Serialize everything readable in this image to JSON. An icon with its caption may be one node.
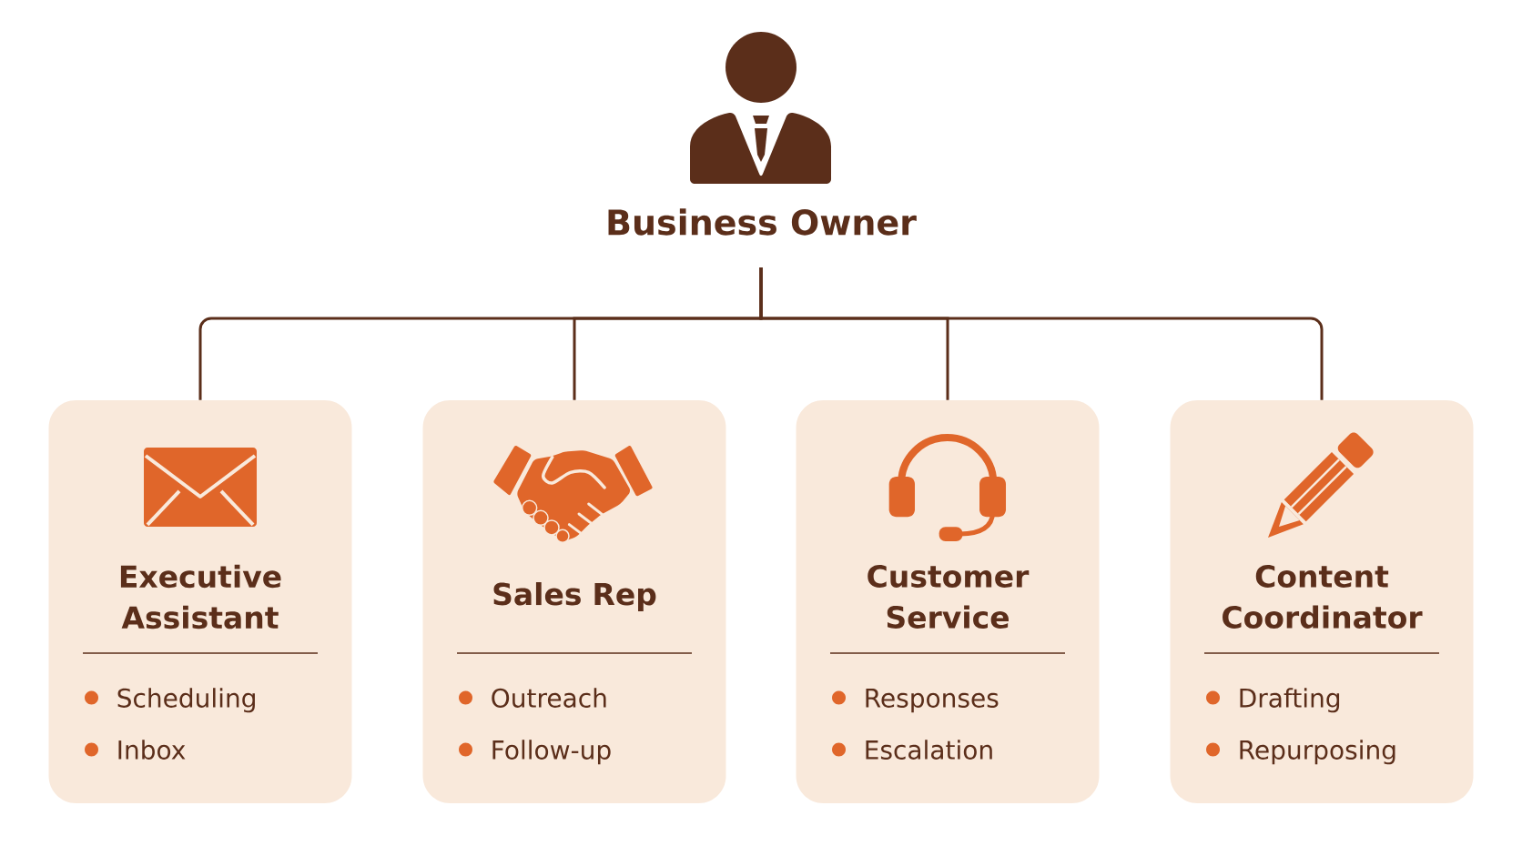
{
  "diagram": {
    "nodes": [
      {
        "text": [
          "Business Owner"
        ]
      },
      {
        "text": [
          "Executive Assistant",
          "Scheduling",
          "Inbox"
        ]
      },
      {
        "text": [
          "Sales Rep",
          "Outreach",
          "Follow-up"
        ]
      },
      {
        "text": [
          "Customer Service",
          "Responses",
          "Escalation"
        ]
      },
      {
        "text": [
          "Content Coordinator",
          "Drafting",
          "Repurposing"
        ]
      }
    ],
    "edges": [
      {
        "from": 0,
        "to": 1,
        "arrow": "none"
      },
      {
        "from": 0,
        "to": 2,
        "arrow": "none"
      },
      {
        "from": 0,
        "to": 3,
        "arrow": "none"
      },
      {
        "from": 0,
        "to": 4,
        "arrow": "none"
      }
    ]
  }
}
